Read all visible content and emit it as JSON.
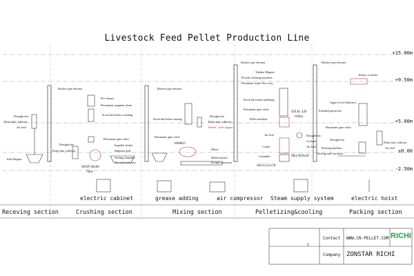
{
  "title": "Livestock Feed Pellet Production Line",
  "levels": [
    "+15.00m",
    "+9.50m",
    "+5.00m",
    "±0.00",
    "-2.50m"
  ],
  "sections": [
    "Receving section",
    "Crushing section",
    "Mixing section",
    "Pelletizing&cooling",
    "Packing section"
  ],
  "equipment": [
    "electric cabinet",
    "grease adding",
    "air compressor",
    "Steam supply system",
    "electric hoist"
  ],
  "receiving_labels": [
    "Draught fan",
    "Pulse dust collector",
    "Air lock",
    "Inlet Hopper"
  ],
  "crushing_labels": [
    "Bucket type elevator",
    "Pre cleaner",
    "Permanent magnetic drum",
    "Stock bin before crushing",
    "Pneumatic gate valve",
    "Draught fan",
    "Pulse dust collector",
    "Impeller feeder",
    "Hammer mill",
    "Settling chamber",
    "Air-seal conveyor",
    "SFSP. 66x60",
    "75kw"
  ],
  "mixing_labels": [
    "Bucket type elevator",
    "Stock bin before mixing",
    "Draught fan",
    "Pulse dust collector",
    "Feeder / inlet hopper",
    "Pneumatic gate valve",
    "1000KG",
    "Mixer",
    "Buffer bucket",
    "Scraper conveyor"
  ],
  "pelleting_labels": [
    "Bucket type elevator",
    "Tubular Magnet",
    "Powder cleaning machine",
    "Pneumatic triple flow way",
    "Stock bin before pelleting",
    "Pneumatic gate valve",
    "SZLH. 420",
    "110kw",
    "Pellet machine",
    "Air lock",
    "Draught fan",
    "Cyclone",
    "Air lock",
    "Cooler",
    "Crumbler",
    "SKLN20x20",
    "SSLG15x150"
  ],
  "packing_labels": [
    "Bucket type elevator",
    "Rotary screener",
    "Upper Level Indicator",
    "Finished goods bin",
    "Pneumatic gate valve",
    "Draught fan",
    "Packing machine",
    "Sewing and conveyor",
    "Pulse dust collector",
    "Air lock"
  ],
  "title_block": {
    "contact_label": "Contact",
    "contact_value": "WWW.CN-PELLET.COM",
    "company_label": "Company",
    "company_value": "ZONSTAR RICHI",
    "logo_text": "RICHI",
    "sheet": "1"
  },
  "colors": {
    "line": "#333333",
    "equipment_accent": "#b03060",
    "dash": "#888888",
    "logo_green": "#2d9a4b"
  }
}
